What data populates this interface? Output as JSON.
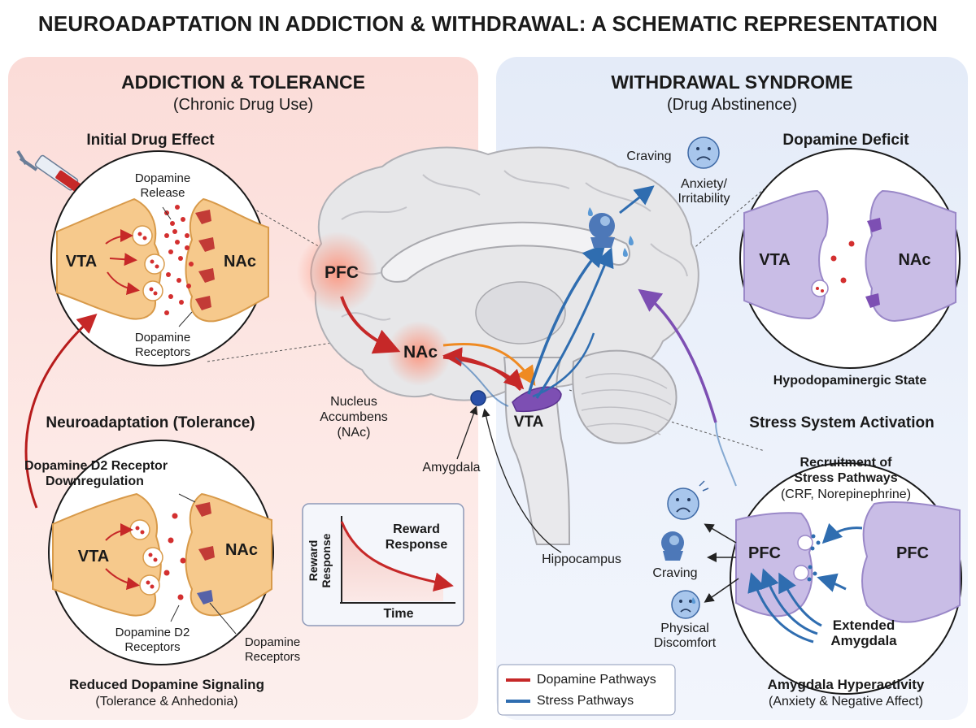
{
  "title": "NEUROADAPTATION IN ADDICTION & WITHDRAWAL: A SCHEMATIC REPRESENTATION",
  "left_panel": {
    "heading": "ADDICTION & TOLERANCE",
    "subheading": "(Chronic Drug Use)",
    "initial": {
      "title": "Initial Drug Effect",
      "release_label": [
        "Dopamine",
        "Release"
      ],
      "receptors_label": [
        "Dopamine",
        "Receptors"
      ],
      "vta": "VTA",
      "nac": "NAc"
    },
    "tolerance": {
      "title": "Neuroadaptation (Tolerance)",
      "downreg_label": [
        "Dopamine D2 Receptor",
        "Downregulation"
      ],
      "vta": "VTA",
      "nac": "NAc",
      "d2_label": [
        "Dopamine D2",
        "Receptors"
      ],
      "receptors_label": [
        "Dopamine",
        "Receptors"
      ]
    },
    "footer_title": "Reduced Dopamine Signaling",
    "footer_sub": "(Tolerance & Anhedonia)"
  },
  "graph": {
    "title": [
      "Reward",
      "Response"
    ],
    "ylabel": [
      "Reward",
      "Response"
    ],
    "xlabel": "Time"
  },
  "brain": {
    "pfc": "PFC",
    "nac": "NAc",
    "vta": "VTA",
    "nac_full": [
      "Nucleus",
      "Accumbens",
      "(NAc)"
    ],
    "amygdala": "Amygdala",
    "hippocampus": "Hippocampus",
    "craving": "Craving",
    "anxiety": [
      "Anxiety/",
      "Irritability"
    ]
  },
  "right_panel": {
    "heading": "WITHDRAWAL SYNDROME",
    "subheading": "(Drug Abstinence)",
    "deficit": {
      "title": "Dopamine Deficit",
      "vta": "VTA",
      "nac": "NAc",
      "caption": "Hypodopaminergic State"
    },
    "stress": {
      "title": "Stress System Activation",
      "recruit_title": [
        "Recruitment of",
        "Stress Pathways"
      ],
      "recruit_sub": "(CRF, Norepinephrine)",
      "pfc_left": "PFC",
      "pfc_right": "PFC",
      "amygdala": [
        "Extended",
        "Amygdala"
      ],
      "craving": "Craving",
      "physical": [
        "Physical",
        "Discomfort"
      ],
      "caption": "Amygdala Hyperactivity",
      "caption_sub": "(Anxiety & Negative Affect)"
    }
  },
  "legend": {
    "items": [
      {
        "label": "Dopamine Pathways",
        "color": "#c62828"
      },
      {
        "label": "Stress Pathways",
        "color": "#2f6db0"
      }
    ]
  },
  "colors": {
    "left_panel_bg": "#fbdcd8",
    "right_panel_bg": "#e4ebf8",
    "neuron_orange": "#f6c98c",
    "neuron_purple": "#c9bde6",
    "dopamine_red": "#d32f2f",
    "stress_blue": "#2f6db0",
    "vta_purple": "#7d4fb3"
  }
}
